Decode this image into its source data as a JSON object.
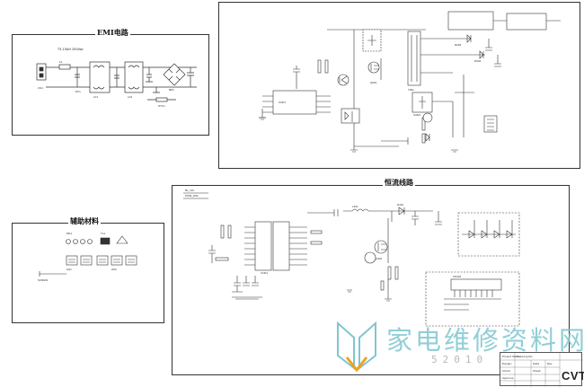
{
  "panels": {
    "emi": {
      "title": "EMI电路",
      "fuse_label": "T3.15AH 250Vac"
    },
    "power": {
      "labels": [
        "IC001",
        "Q001",
        "T001",
        "D003",
        "IC002",
        "D004"
      ]
    },
    "aux": {
      "title": "辅助材料",
      "labels": [
        "MK1",
        "TL1",
        "HS1",
        "HS2",
        "SCREW"
      ]
    },
    "led": {
      "title": "恒流线路",
      "labels": [
        "BL_ON",
        "PWM_DIM",
        "IC401",
        "Q401",
        "L401",
        "D401",
        "CN401"
      ]
    }
  },
  "title_block": {
    "brand": "CVTE",
    "cells": [
      "Project Name",
      "Drawing No.",
      "Design",
      "Check",
      "Approve",
      "Date",
      "Sheet",
      "Rev"
    ]
  },
  "watermark": {
    "text": "家电维修资料网",
    "url": "52010"
  },
  "colors": {
    "watermark": "#7fc6cf",
    "line": "#333333"
  }
}
